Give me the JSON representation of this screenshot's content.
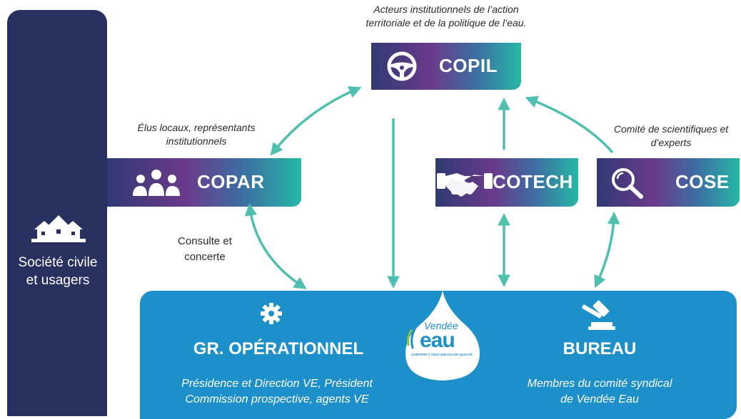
{
  "copil": {
    "label": "COPIL",
    "caption": "Acteurs institutionnels de l’action\nterritoriale et de la politique de l’eau.",
    "icon": "steering-wheel-icon"
  },
  "copar": {
    "label": "COPAR",
    "caption": "Élus locaux, représentants\ninstitutionnels",
    "icon": "group-people-icon"
  },
  "cotech": {
    "label": "COTECH",
    "icon": "handshake-icon"
  },
  "cose": {
    "label": "COSE",
    "caption": "Comité de scientifiques et\nd’experts",
    "icon": "magnifier-icon"
  },
  "civil": {
    "label": "Société civile\net usagers",
    "icon": "houses-icon"
  },
  "consulte": "Consulte et\nconcerte",
  "gr_operationnel": {
    "title": "GR. OPÉRATIONNEL",
    "description": "Présidence et Direction VE, Président\nCommission prospective, agents VE",
    "icon": "gear-icon"
  },
  "bureau": {
    "title": "BUREAU",
    "description": "Membres du comité syndical\nde Vendée Eau",
    "icon": "gavel-icon"
  },
  "logo": {
    "line1": "Vendée",
    "line2": "eau",
    "tagline": "GARANTIR À TOUS UNE EAU DE QUALITÉ"
  },
  "colors": {
    "navy": "#27305e",
    "blue": "#1d8fc9",
    "teal_arrow": "#4fbfb0",
    "gradient_start": "#2f3a73",
    "gradient_mid": "#6b3a8a",
    "gradient_end": "#26b8a6"
  }
}
